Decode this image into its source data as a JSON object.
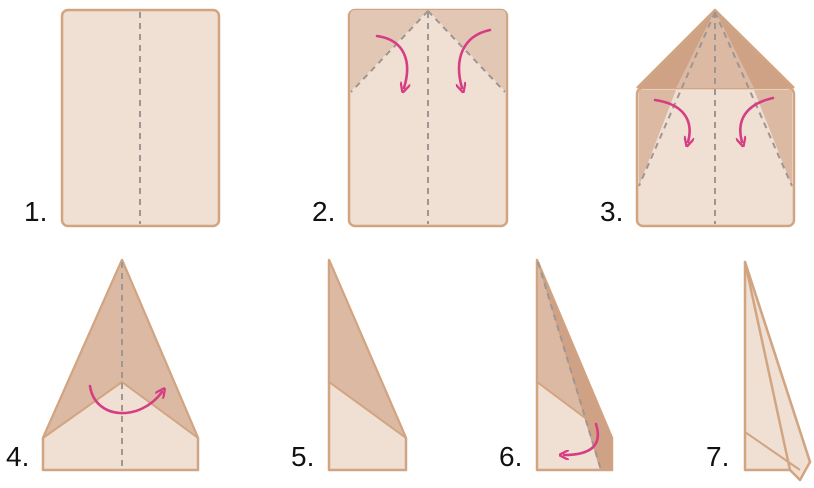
{
  "steps": [
    {
      "label": "1."
    },
    {
      "label": "2."
    },
    {
      "label": "3."
    },
    {
      "label": "4."
    },
    {
      "label": "5."
    },
    {
      "label": "6."
    },
    {
      "label": "7."
    }
  ],
  "colors": {
    "paper": "#f0dfd3",
    "paper_shadow": "#dcb9a2",
    "paper_dark": "#cfa285",
    "outline": "#d2a582",
    "crease": "#9e9692",
    "arrow": "#d63d82",
    "label": "#111111"
  }
}
